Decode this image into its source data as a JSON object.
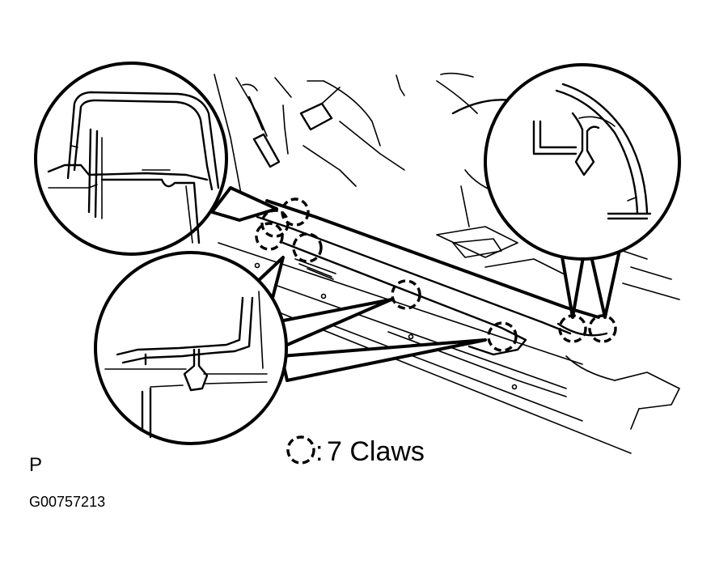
{
  "legend": {
    "label": "7 Claws",
    "colon": ":",
    "symbol": "dashed-circle-icon"
  },
  "view_letter": "P",
  "figure_id": "G00757213",
  "claw_count": 7,
  "colors": {
    "line": "#000000",
    "background": "#ffffff"
  }
}
